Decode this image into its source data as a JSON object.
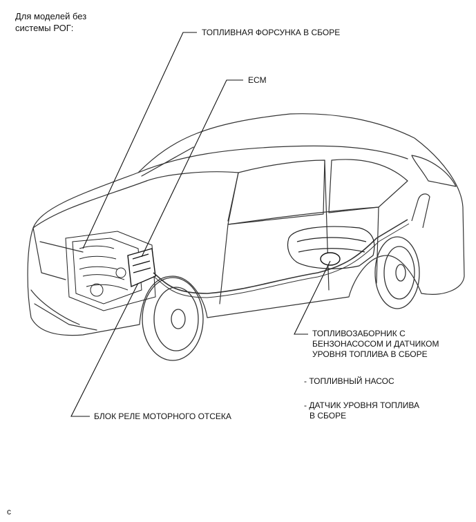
{
  "header": {
    "line1": "Для моделей без",
    "line2": "системы РОГ:"
  },
  "labels": {
    "injector": "ТОПЛИВНАЯ ФОРСУНКА В СБОРЕ",
    "ecm": "ECM",
    "pump_assy_line1": "ТОПЛИВОЗАБОРНИК С",
    "pump_assy_line2": "БЕНЗОНАСОСОМ И ДАТЧИКОМ",
    "pump_assy_line3": "УРОВНЯ ТОПЛИВА В СБОРЕ",
    "fuel_pump": "- ТОПЛИВНЫЙ НАСОС",
    "sender_line1": "- ДАТЧИК УРОВНЯ ТОПЛИВА",
    "sender_line2": "В СБОРЕ",
    "relay_block": "БЛОК РЕЛЕ МОТОРНОГО ОТСЕКА"
  },
  "footer": {
    "code": "c"
  }
}
